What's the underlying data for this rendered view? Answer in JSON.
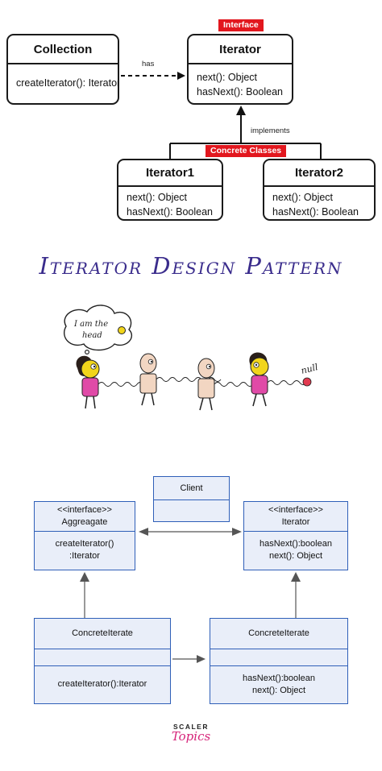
{
  "diagram1": {
    "interface_tag": "Interface",
    "concrete_tag": "Concrete Classes",
    "has_label": "has",
    "implements_label": "implements",
    "collection": {
      "name": "Collection",
      "methods": [
        "createIterator(): Iterator"
      ]
    },
    "iterator": {
      "name": "Iterator",
      "methods": [
        "next(): Object",
        "hasNext(): Boolean"
      ]
    },
    "iterator1": {
      "name": "Iterator1",
      "methods": [
        "next(): Object",
        "hasNext(): Boolean"
      ]
    },
    "iterator2": {
      "name": "Iterator2",
      "methods": [
        "next(): Object",
        "hasNext(): Boolean"
      ]
    }
  },
  "title": "Iterator Design Pattern",
  "illustration": {
    "speech": [
      "I am the",
      "head"
    ],
    "null_label": "null"
  },
  "diagram2": {
    "client": {
      "name": "Client"
    },
    "aggregate": {
      "stereotype": "<<interface>>",
      "name": "Aggreagate",
      "methods": [
        "createIterator()",
        ":Iterator"
      ]
    },
    "iterator": {
      "stereotype": "<<interface>>",
      "name": "Iterator",
      "methods": [
        "hasNext():boolean",
        "next(): Object"
      ]
    },
    "concrete_left": {
      "name": "ConcreteIterate",
      "methods": [
        "createIterator():Iterator"
      ]
    },
    "concrete_right": {
      "name": "ConcreteIterate",
      "methods": [
        "hasNext():boolean",
        "next(): Object"
      ]
    }
  },
  "logo": {
    "top": "SCALER",
    "bottom": "Topics"
  },
  "colors": {
    "tag_red": "#e2171e",
    "uml_blue": "#2f5fb8",
    "uml_fill": "#e9eef9",
    "title_purple": "#3a2c8c",
    "logo_pink": "#d6247a"
  }
}
